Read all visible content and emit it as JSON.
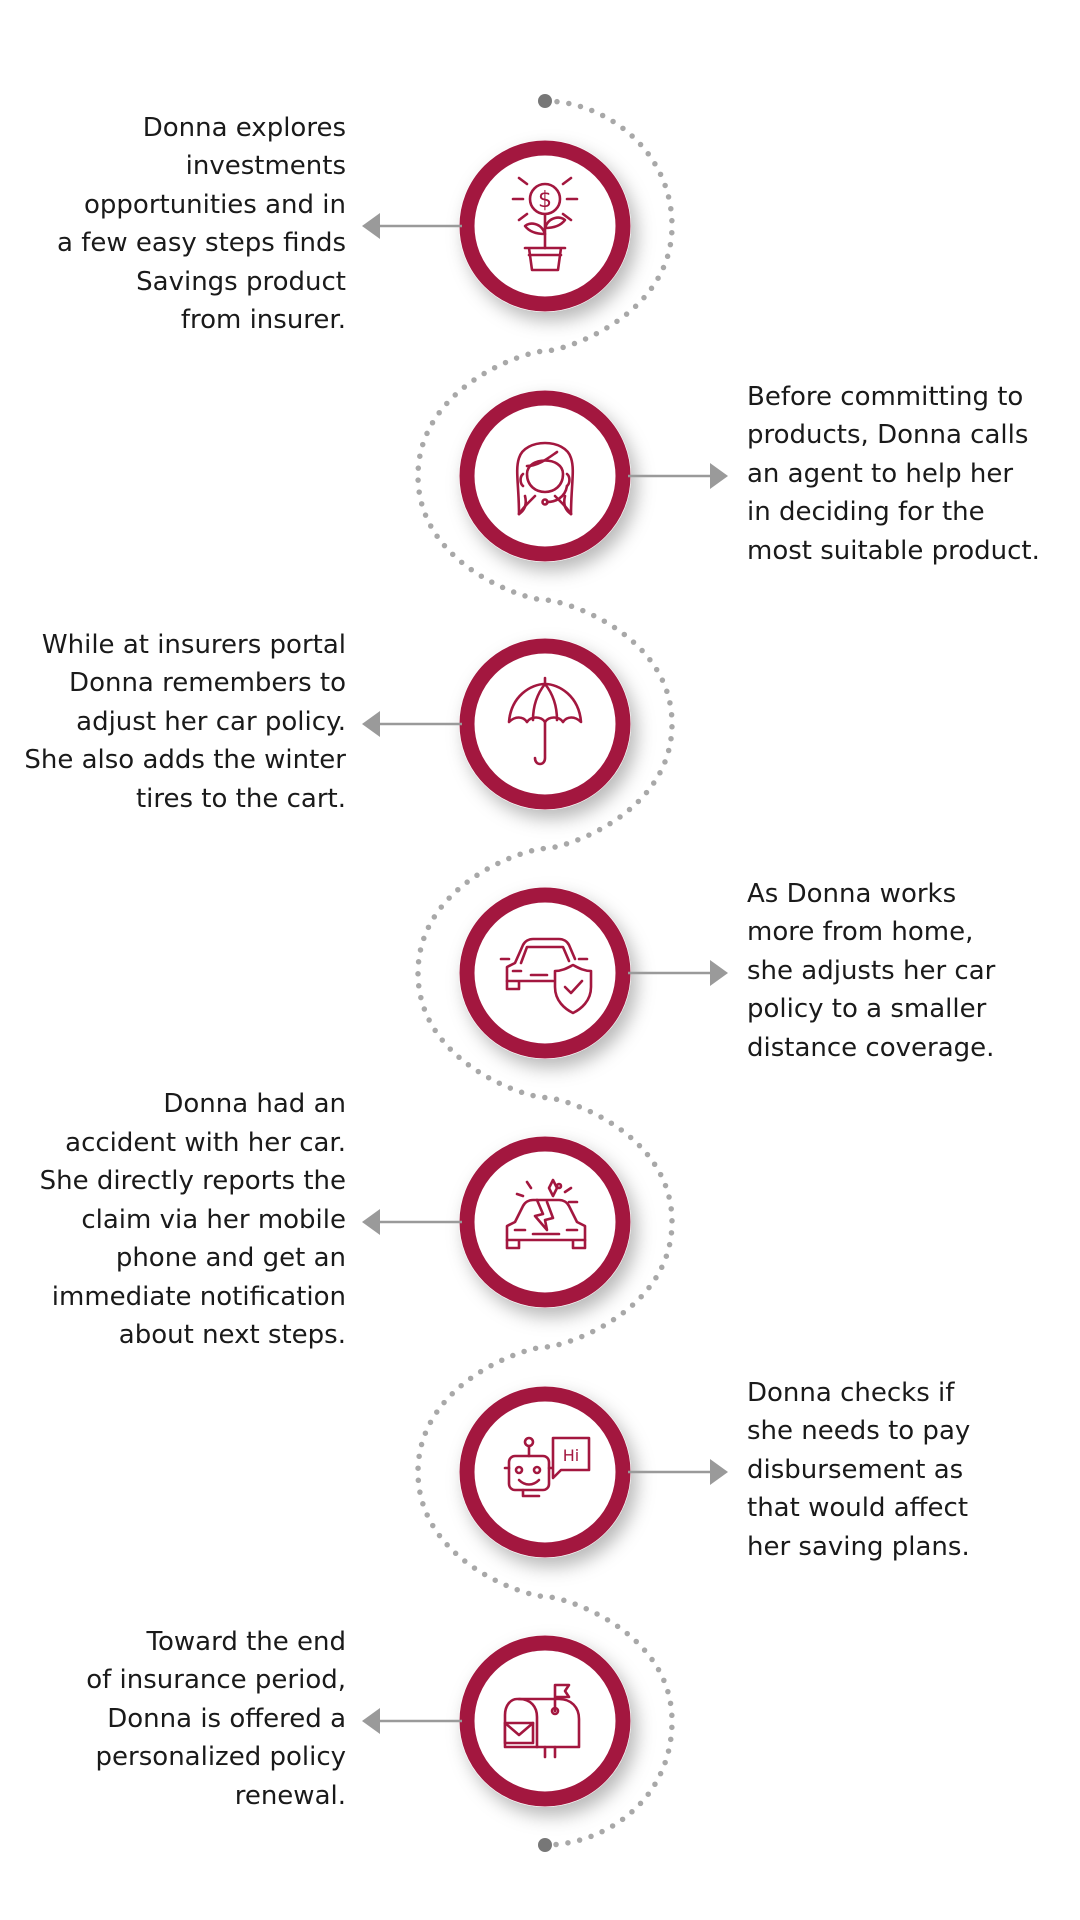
{
  "colors": {
    "accent": "#a3173f",
    "connector": "#9a9a9a",
    "path_dots": "#a8a8a8",
    "text": "#1a1a1a"
  },
  "steps": [
    {
      "side": "left",
      "icon": "money-plant-icon",
      "text": "Donna explores\ninvestments\nopportunities and in\na few easy steps finds\nSavings product\nfrom insurer."
    },
    {
      "side": "right",
      "icon": "call-agent-headset-icon",
      "text": "Before committing to\nproducts, Donna calls\nan agent to help her\nin deciding for the\nmost suitable product."
    },
    {
      "side": "left",
      "icon": "umbrella-icon",
      "text": "While at insurers portal\nDonna remembers to\nadjust her car policy.\nShe also adds the winter\ntires to the cart."
    },
    {
      "side": "right",
      "icon": "car-shield-icon",
      "text": "As Donna works\nmore from home,\nshe adjusts her car\npolicy to a smaller\ndistance coverage."
    },
    {
      "side": "left",
      "icon": "car-crash-icon",
      "text": "Donna had an\naccident with her car.\nShe directly reports the\nclaim via her mobile\nphone and get an\nimmediate notification\nabout next steps."
    },
    {
      "side": "right",
      "icon": "chatbot-hi-icon",
      "text": "Donna checks if\nshe needs to pay\ndisbursement as\nthat would affect\nher saving plans."
    },
    {
      "side": "left",
      "icon": "mailbox-letter-icon",
      "text": "Toward the end\nof insurance period,\nDonna is offered a\npersonalized policy\nrenewal."
    }
  ],
  "chatbot_bubble_label": "Hi"
}
